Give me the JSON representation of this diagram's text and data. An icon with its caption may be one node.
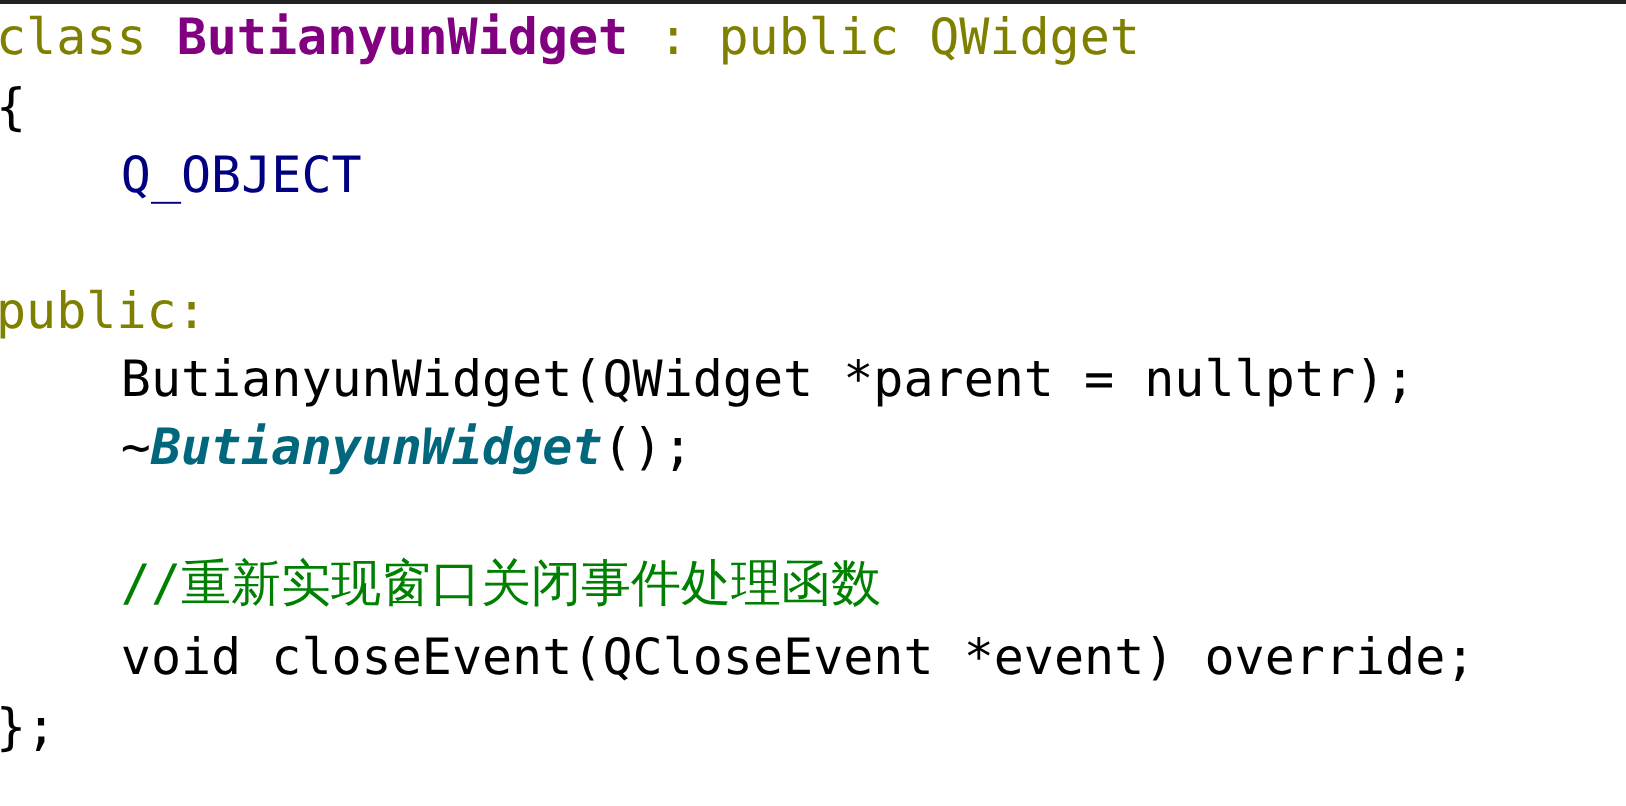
{
  "diagram": {
    "labels": [
      "class **ButianyunWidget** : public QWidget",
      "{",
      "Q_OBJECT",
      "public:",
      "ButianyunWidget(QWidget *parent = nullptr);",
      "~*ButianyunWidget*();",
      "//重新实现窗口关闭事件处理函数",
      "void closeEvent(QCloseEvent *event) override;",
      "};"
    ]
  }
}
